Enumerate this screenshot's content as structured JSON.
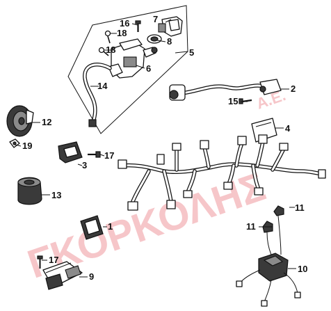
{
  "watermark": {
    "text": "ΓΚΟΡΚΟΛΗΣ",
    "suffix": "Α.Ε.",
    "color": "#f3b3b8"
  },
  "callouts": {
    "c1": "1",
    "c2": "2",
    "c3": "3",
    "c4": "4",
    "c5": "5",
    "c6": "6",
    "c7": "7",
    "c8": "8",
    "c9": "9",
    "c10": "10",
    "c11a": "11",
    "c11b": "11",
    "c12": "12",
    "c13": "13",
    "c14": "14",
    "c15": "15",
    "c16": "16",
    "c17a": "17",
    "c17b": "17",
    "c18a": "18",
    "c18b": "18",
    "c19": "19"
  }
}
